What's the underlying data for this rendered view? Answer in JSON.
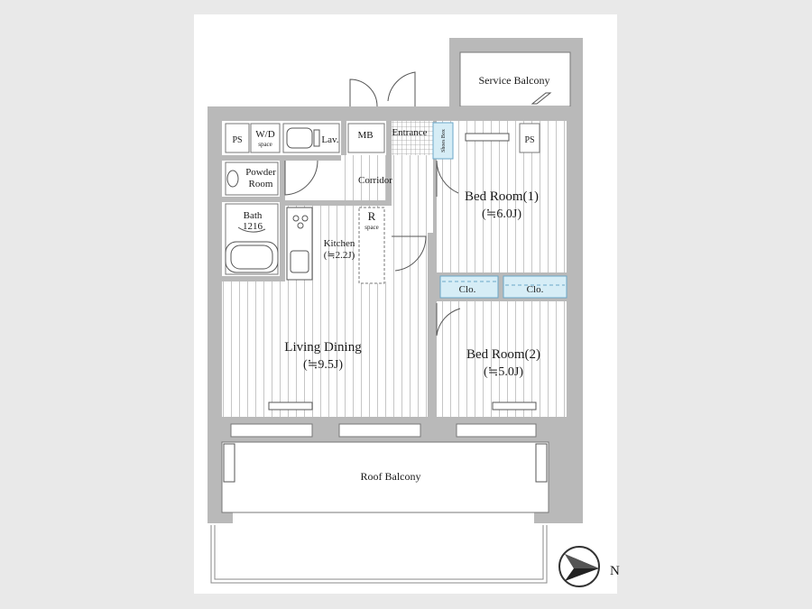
{
  "rooms": {
    "service_balcony": "Service Balcony",
    "ps_left": "PS",
    "ps_right": "PS",
    "wd_label": "W/D",
    "wd_space": "space",
    "lav": "Lav.",
    "mb": "MB",
    "entrance": "Entrance",
    "shoes_box": "Shoes Box",
    "powder_room_1": "Powder",
    "powder_room_2": "Room",
    "corridor": "Corridor",
    "bath_1": "Bath",
    "bath_2": "1216",
    "fridge_label": "R",
    "fridge_space": "space",
    "kitchen": "Kitchen",
    "kitchen_size": "(≒2.2J)",
    "bedroom1": "Bed Room(1)",
    "bedroom1_size": "(≒6.0J)",
    "clo1": "Clo.",
    "clo2": "Clo.",
    "living_dining": "Living Dining",
    "living_size": "(≒9.5J)",
    "bedroom2": "Bed Room(2)",
    "bedroom2_size": "(≒5.0J)",
    "roof_balcony": "Roof Balcony"
  },
  "compass": {
    "north_label": "N"
  },
  "colors": {
    "wall": "#b9b9b9",
    "floor_stripe": "#c4c4c4",
    "closet_fill": "#d6edf6",
    "closet_line": "#6aa6c8",
    "line": "#555555"
  }
}
